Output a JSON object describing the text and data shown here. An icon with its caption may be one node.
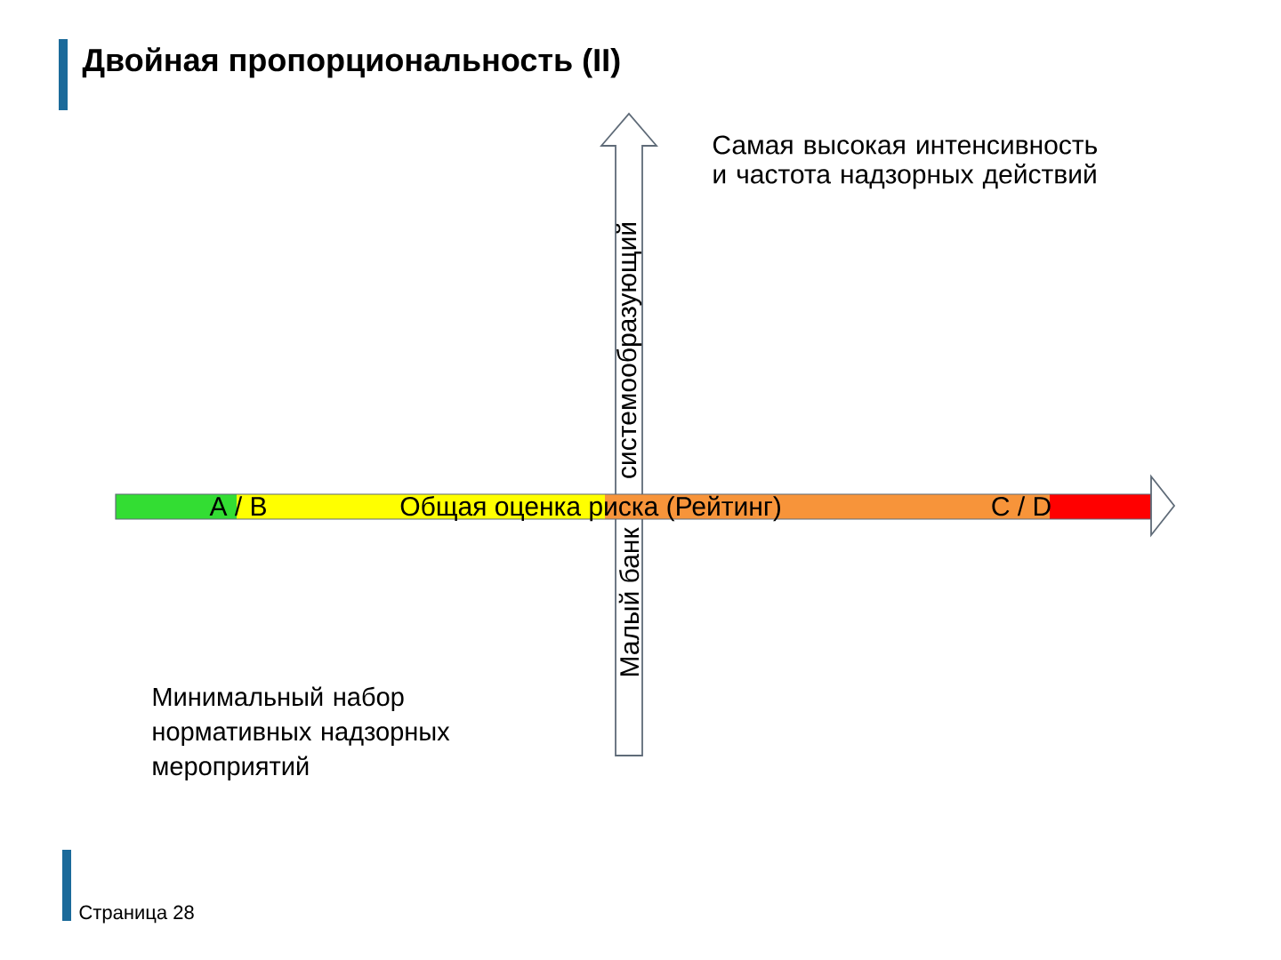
{
  "diagram": {
    "title": "Двойная пропорциональность (II)",
    "nodes": [
      {
        "text": [
          "Малый банк",
          "системообразующий"
        ]
      },
      {
        "text": [
          "A / B",
          "Общая оценка риска (Рейтинг)",
          "C / D"
        ]
      }
    ],
    "labels": [
      "Самая высокая интенсивность и частота надзорных действий",
      "Минимальный набор нормативных надзорных мероприятий",
      "Страница 28"
    ]
  }
}
